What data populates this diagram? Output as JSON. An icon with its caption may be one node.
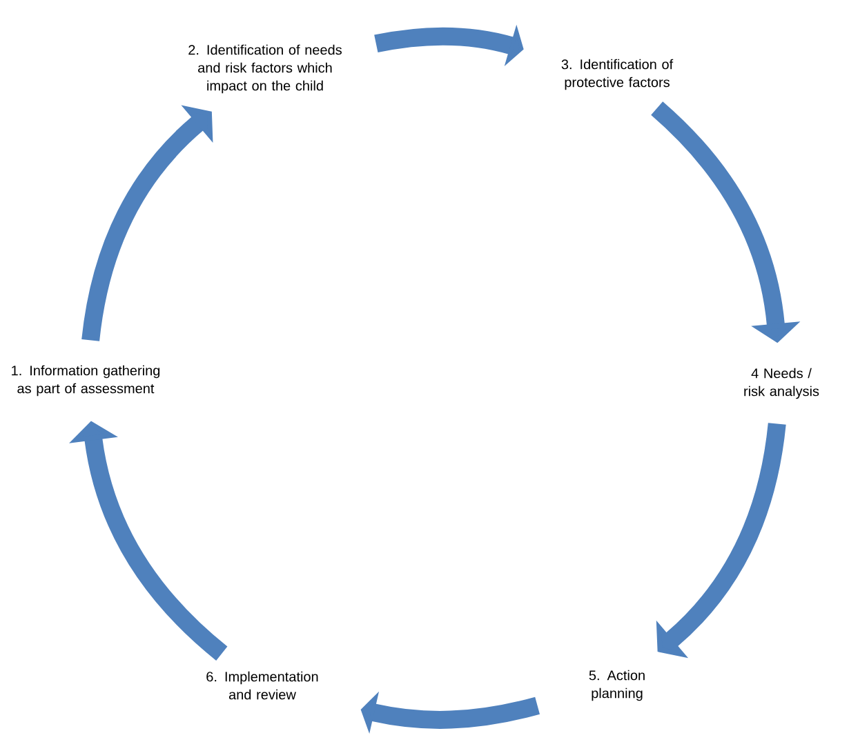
{
  "diagram": {
    "nodes": [
      {
        "text": [
          "1. Information gathering as part of assessment"
        ]
      },
      {
        "text": [
          "2. Identification of needs and risk factors which impact on the child"
        ]
      },
      {
        "text": [
          "3. Identification of protective factors"
        ]
      },
      {
        "text": [
          "4 Needs / risk analysis"
        ]
      },
      {
        "text": [
          "5. Action planning"
        ]
      },
      {
        "text": [
          "6. Implementation and review"
        ]
      }
    ],
    "edges": [
      {
        "from": 0,
        "to": 1,
        "arrow": "to"
      },
      {
        "from": 1,
        "to": 2,
        "arrow": "to"
      },
      {
        "from": 2,
        "to": 3,
        "arrow": "to"
      },
      {
        "from": 3,
        "to": 4,
        "arrow": "to"
      },
      {
        "from": 4,
        "to": 5,
        "arrow": "to"
      },
      {
        "from": 5,
        "to": 0,
        "arrow": "to"
      }
    ]
  }
}
